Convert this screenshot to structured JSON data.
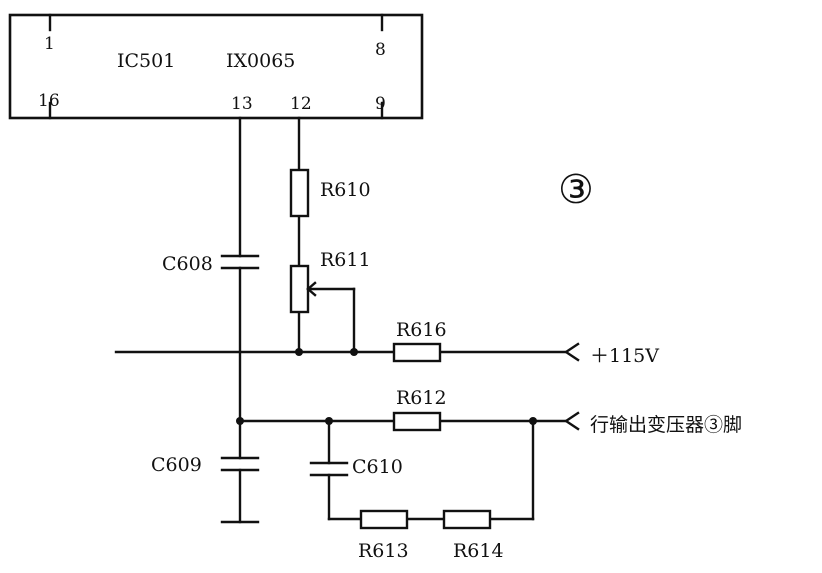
{
  "ic": {
    "name": "IC501",
    "part": "IX0065",
    "pins": {
      "p1": "1",
      "p8": "8",
      "p16": "16",
      "p13": "13",
      "p12": "12",
      "p9": "9"
    }
  },
  "circle_number": "③",
  "components": {
    "r610": "R610",
    "r611": "R611",
    "r616": "R616",
    "r612": "R612",
    "r613": "R613",
    "r614": "R614",
    "c608": "C608",
    "c609": "C609",
    "c610": "C610"
  },
  "terminals": {
    "supply": "＋115V",
    "flyback": "行输出变压器③脚"
  }
}
